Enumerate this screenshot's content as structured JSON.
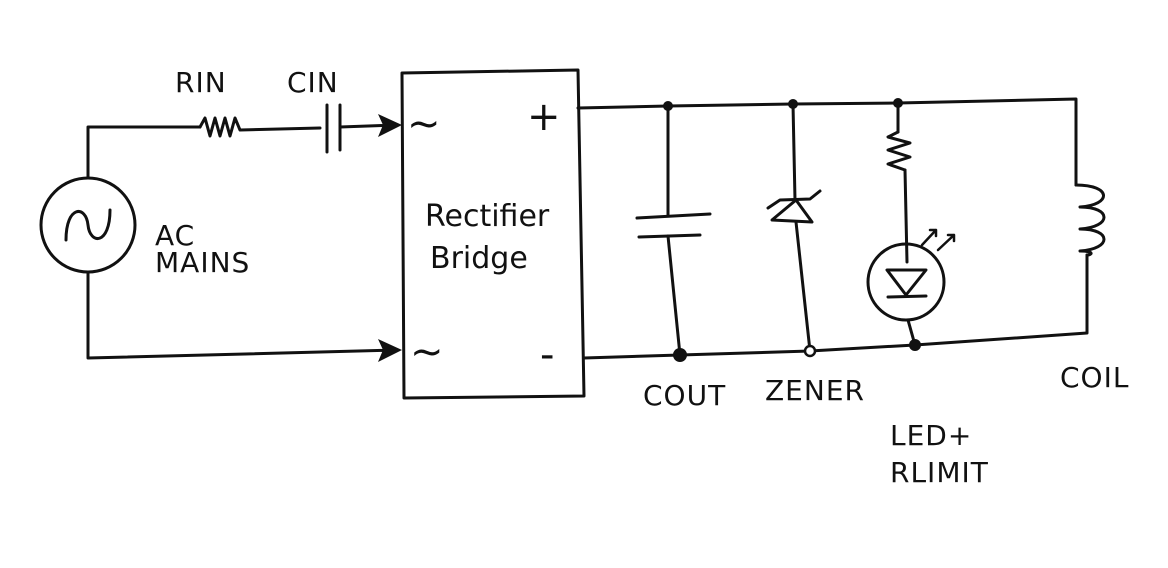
{
  "labels": {
    "rin": "RIN",
    "cin": "CIN",
    "ac_line1": "AC",
    "ac_line2": "MAINS",
    "bridge_line1": "Rectifier",
    "bridge_line2": "Bridge",
    "ac_in_top": "~",
    "ac_in_bottom": "~",
    "plus": "+",
    "minus": "-",
    "cout": "COUT",
    "zener": "ZENER",
    "led_line1": "LED+",
    "led_line2": "RLIMIT",
    "coil": "COIL",
    "source_symbol": "~"
  }
}
